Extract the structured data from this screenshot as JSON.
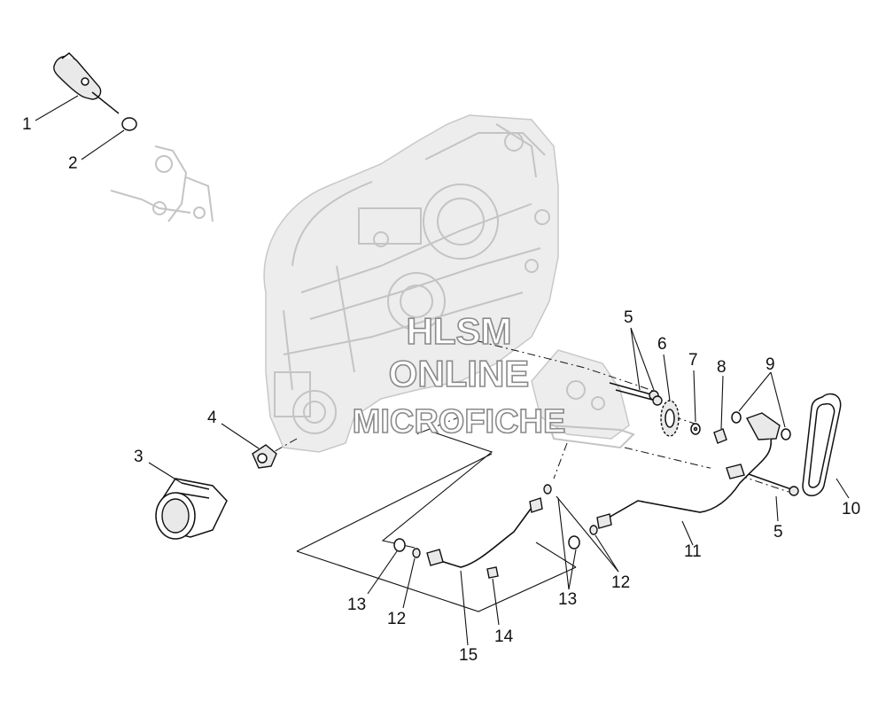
{
  "watermark": {
    "line1": "HLSM",
    "line2": "ONLINE",
    "line3": "MICROFICHE"
  },
  "callouts": {
    "c1": "1",
    "c2": "2",
    "c3": "3",
    "c4": "4",
    "c5a": "5",
    "c5b": "5",
    "c6": "6",
    "c7": "7",
    "c8": "8",
    "c9": "9",
    "c10": "10",
    "c11": "11",
    "c12a": "12",
    "c12b": "12",
    "c13a": "13",
    "c13b": "13",
    "c14": "14",
    "c15": "15"
  },
  "colors": {
    "line": "#111111",
    "ghost": "#c4c4c4",
    "background": "#ffffff"
  }
}
